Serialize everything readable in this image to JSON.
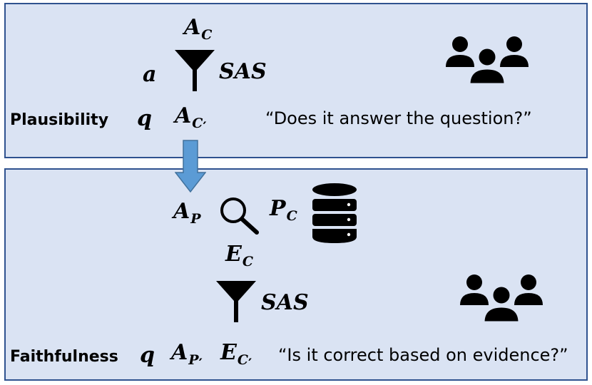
{
  "plausibility": {
    "label": "Plausibility",
    "quote": "“Does it answer the question?”",
    "sym_a_top": "A",
    "sub_c_top": "C",
    "sym_a": "a",
    "sym_sas": "SAS",
    "sym_q": "q",
    "sym_a_bottom": "A",
    "sub_c_prime": "C",
    "prime": "′"
  },
  "faithfulness": {
    "label": "Faithfulness",
    "quote": "“Is it correct based on evidence?”",
    "sym_ap": "A",
    "sub_p": "P",
    "sym_pc": "P",
    "sub_c_pc": "C",
    "sym_ec": "E",
    "sub_c_ec": "C",
    "sym_sas": "SAS",
    "sym_q": "q",
    "sym_ap_prime": "A",
    "sub_p_prime": "P",
    "sym_ec_prime": "E",
    "sub_c_ec_prime": "C",
    "prime": "′"
  },
  "icons": {
    "funnel": "funnel-icon",
    "people": "people-group-icon",
    "magnifier": "magnifier-icon",
    "database": "database-icon",
    "arrow": "arrow-down-icon"
  },
  "colors": {
    "panel_fill": "#dae3f3",
    "panel_border": "#2f528f",
    "arrow_fill": "#5b9bd5",
    "arrow_border": "#41719c"
  }
}
